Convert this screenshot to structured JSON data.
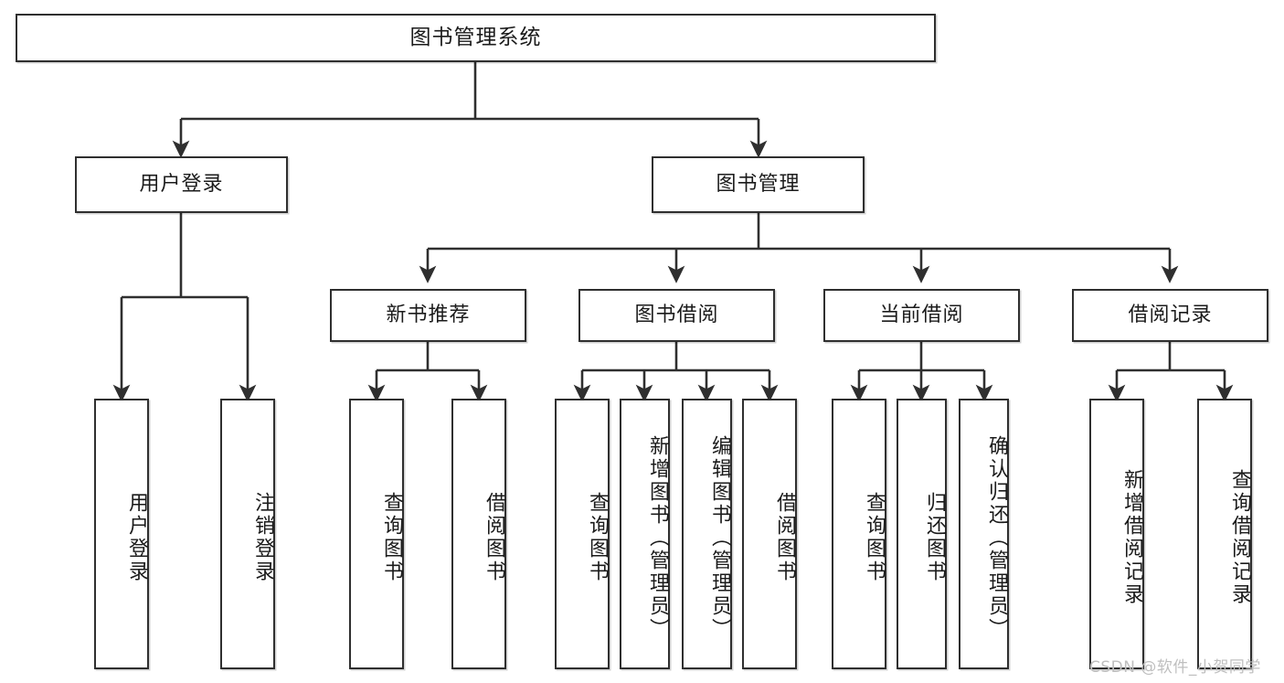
{
  "diagram": {
    "title": "图书管理系统",
    "type": "hierarchy-tree",
    "levels": 4,
    "colors": {
      "box_border": "#2f2f2f",
      "box_fill": "#ffffff",
      "edge": "#2f2f2f",
      "text": "#1b1b1b",
      "watermark": "#bfbfbf"
    }
  },
  "nodes": {
    "root": {
      "label": "图书管理系统"
    },
    "level2": [
      {
        "label": "用户登录"
      },
      {
        "label": "图书管理"
      }
    ],
    "level3": [
      {
        "label": "新书推荐"
      },
      {
        "label": "图书借阅"
      },
      {
        "label": "当前借阅"
      },
      {
        "label": "借阅记录"
      }
    ],
    "leaves": {
      "user_login": [
        {
          "label": "用户登录"
        },
        {
          "label": "注销登录"
        }
      ],
      "new_book": [
        {
          "label": "查询图书"
        },
        {
          "label": "借阅图书"
        }
      ],
      "book_borrow": [
        {
          "label": "查询图书"
        },
        {
          "label": "新增图书（管理员）"
        },
        {
          "label": "编辑图书（管理员）"
        },
        {
          "label": "借阅图书"
        }
      ],
      "current_borrow": [
        {
          "label": "查询图书"
        },
        {
          "label": "归还图书"
        },
        {
          "label": "确认归还（管理员）"
        }
      ],
      "borrow_record": [
        {
          "label": "新增借阅记录"
        },
        {
          "label": "查询借阅记录"
        }
      ]
    }
  },
  "watermark": {
    "text": "CSDN @软件_小贺同学"
  }
}
